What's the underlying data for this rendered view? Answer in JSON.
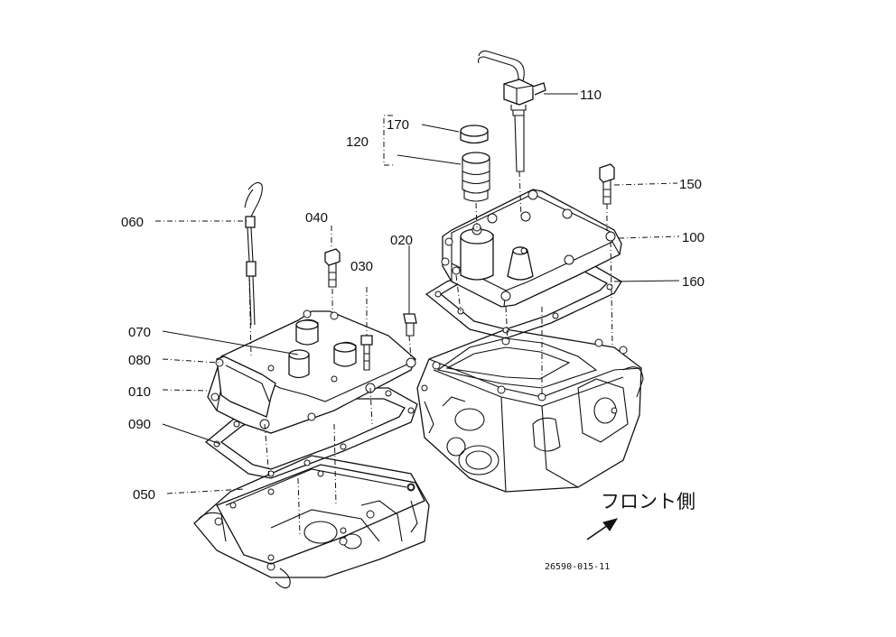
{
  "labels": {
    "p010": "010",
    "p020": "020",
    "p030": "030",
    "p040": "040",
    "p050": "050",
    "p060": "060",
    "p070": "070",
    "p080": "080",
    "p090": "090",
    "p100": "100",
    "p110": "110",
    "p120": "120",
    "p150": "150",
    "p160": "160",
    "p170": "170"
  },
  "front_text": "フロント側",
  "drawing_code": "26590-015-11"
}
